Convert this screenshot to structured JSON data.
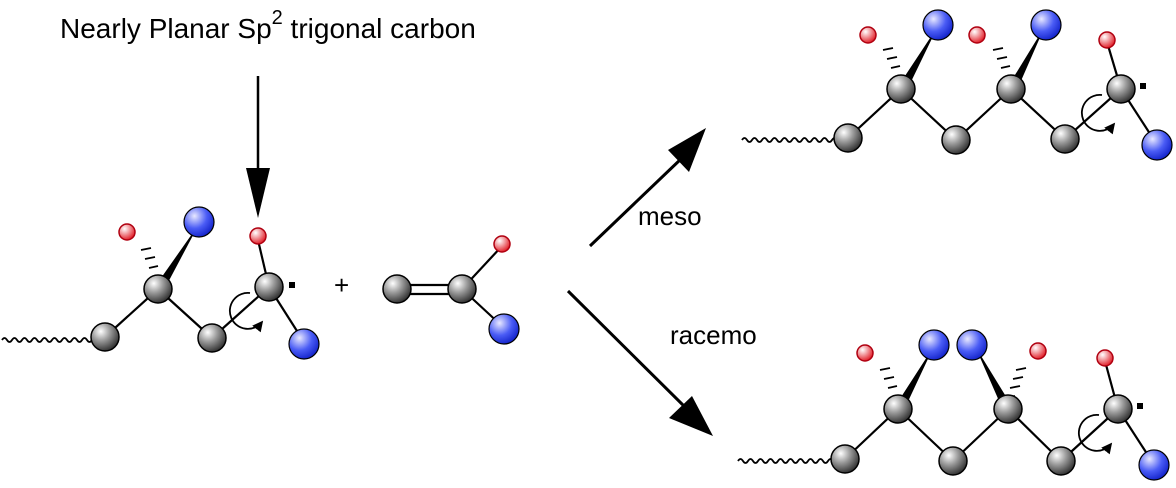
{
  "annotation": {
    "main": "Nearly Planar Sp",
    "superscript": "2",
    "rest": " trigonal carbon"
  },
  "plus_sign": "+",
  "pathways": {
    "meso": "meso",
    "racemo": "racemo"
  },
  "colors": {
    "carbon": "#7a7a7a",
    "substituent_small": "#e0141e",
    "substituent_large": "#2a3cf0",
    "bond": "#000000",
    "background": "#ffffff"
  }
}
